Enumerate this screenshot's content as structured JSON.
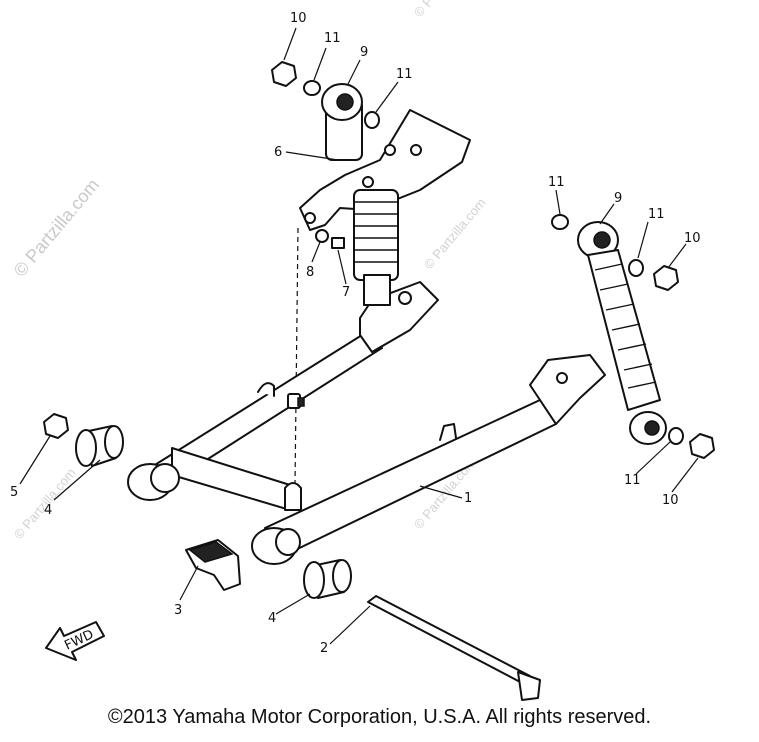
{
  "watermark": "© Partzilla.com",
  "copyright": "©2013 Yamaha Motor Corporation, U.S.A. All rights reserved.",
  "fwd_label": "FWD",
  "callouts": {
    "c1": "1",
    "c2": "2",
    "c3": "3",
    "c4a": "4",
    "c4b": "4",
    "c5": "5",
    "c6": "6",
    "c7": "7",
    "c8": "8",
    "c9a": "9",
    "c9b": "9",
    "c10a": "10",
    "c10b": "10",
    "c10c": "10",
    "c11a": "11",
    "c11b": "11",
    "c11c": "11",
    "c11d": "11",
    "c11e": "11"
  }
}
